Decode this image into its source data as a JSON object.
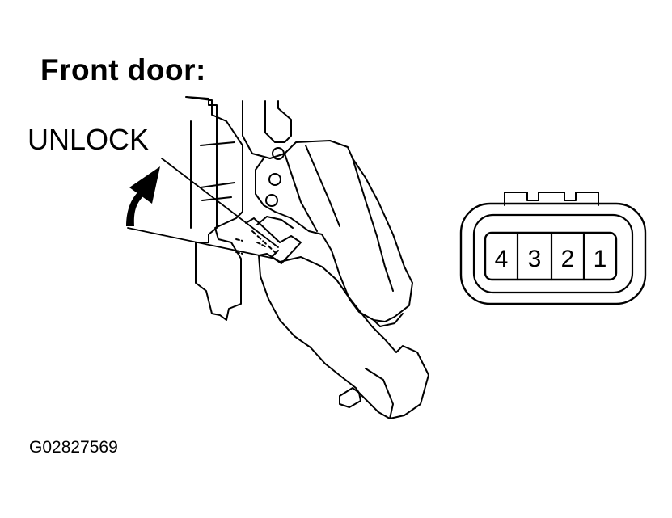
{
  "title": "Front door:",
  "callout": "UNLOCK",
  "figure_id": "G02827569",
  "connector": {
    "pins": [
      "4",
      "3",
      "2",
      "1"
    ]
  }
}
